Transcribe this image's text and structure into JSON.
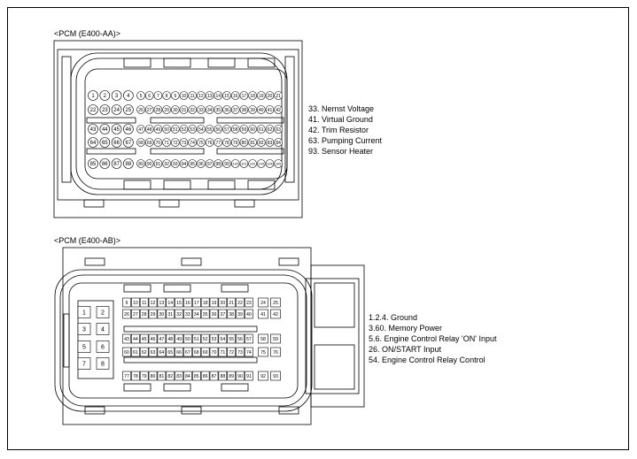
{
  "connectors": [
    {
      "id": "aa",
      "title": "<PCM (E400-AA)>",
      "rows": [
        [
          "1",
          "2",
          "3",
          "4",
          "5",
          "6",
          "7",
          "8",
          "9",
          "10",
          "11",
          "12",
          "13",
          "14",
          "15",
          "16",
          "17",
          "18",
          "19",
          "20",
          "21"
        ],
        [
          "22",
          "23",
          "24",
          "25",
          "26",
          "27",
          "28",
          "29",
          "30",
          "31",
          "32",
          "33",
          "34",
          "35",
          "36",
          "37",
          "38",
          "39",
          "40",
          "41",
          "42"
        ],
        [
          "43",
          "44",
          "45",
          "46",
          "47",
          "48",
          "49",
          "50",
          "51",
          "52",
          "53",
          "54",
          "55",
          "56",
          "57",
          "58",
          "59",
          "60",
          "61",
          "62",
          "63"
        ],
        [
          "64",
          "65",
          "66",
          "67",
          "68",
          "69",
          "70",
          "71",
          "72",
          "73",
          "74",
          "75",
          "76",
          "77",
          "78",
          "79",
          "80",
          "81",
          "82",
          "83",
          "84"
        ],
        [
          "85",
          "86",
          "87",
          "88",
          "89",
          "90",
          "91",
          "92",
          "93",
          "94",
          "95",
          "96",
          "97",
          "98",
          "99",
          "100",
          "101",
          "102",
          "103",
          "104",
          "105"
        ]
      ],
      "legend": [
        "33. Nernst Voltage",
        "41. Virtual Ground",
        "42. Trim Resistor",
        "63. Pumping Current",
        "93. Sensor Heater"
      ]
    },
    {
      "id": "ab",
      "title": "<PCM (E400-AB)>",
      "left_pins": [
        "1",
        "2",
        "3",
        "4",
        "5",
        "6",
        "7",
        "8"
      ],
      "rows": [
        [
          "9",
          "10",
          "11",
          "12",
          "13",
          "14",
          "15",
          "16",
          "17",
          "18",
          "19",
          "20",
          "21",
          "22",
          "23",
          "24",
          "25"
        ],
        [
          "26",
          "27",
          "28",
          "29",
          "30",
          "31",
          "32",
          "33",
          "34",
          "35",
          "36",
          "37",
          "38",
          "39",
          "40",
          "41",
          "42"
        ],
        [
          "43",
          "44",
          "45",
          "46",
          "47",
          "48",
          "49",
          "50",
          "51",
          "52",
          "53",
          "54",
          "55",
          "56",
          "57",
          "58",
          "59"
        ],
        [
          "60",
          "61",
          "62",
          "63",
          "64",
          "65",
          "66",
          "67",
          "68",
          "69",
          "70",
          "71",
          "72",
          "73",
          "74",
          "75",
          "76"
        ],
        [
          "77",
          "78",
          "79",
          "80",
          "81",
          "82",
          "83",
          "84",
          "85",
          "86",
          "87",
          "88",
          "89",
          "90",
          "91",
          "92",
          "93"
        ]
      ],
      "legend": [
        "1.2.4. Ground",
        "3.60. Memory Power",
        "5.6. Engine Control Relay 'ON' Input",
        "26. ON/START Input",
        "54. Engine Control Relay Control"
      ]
    }
  ]
}
